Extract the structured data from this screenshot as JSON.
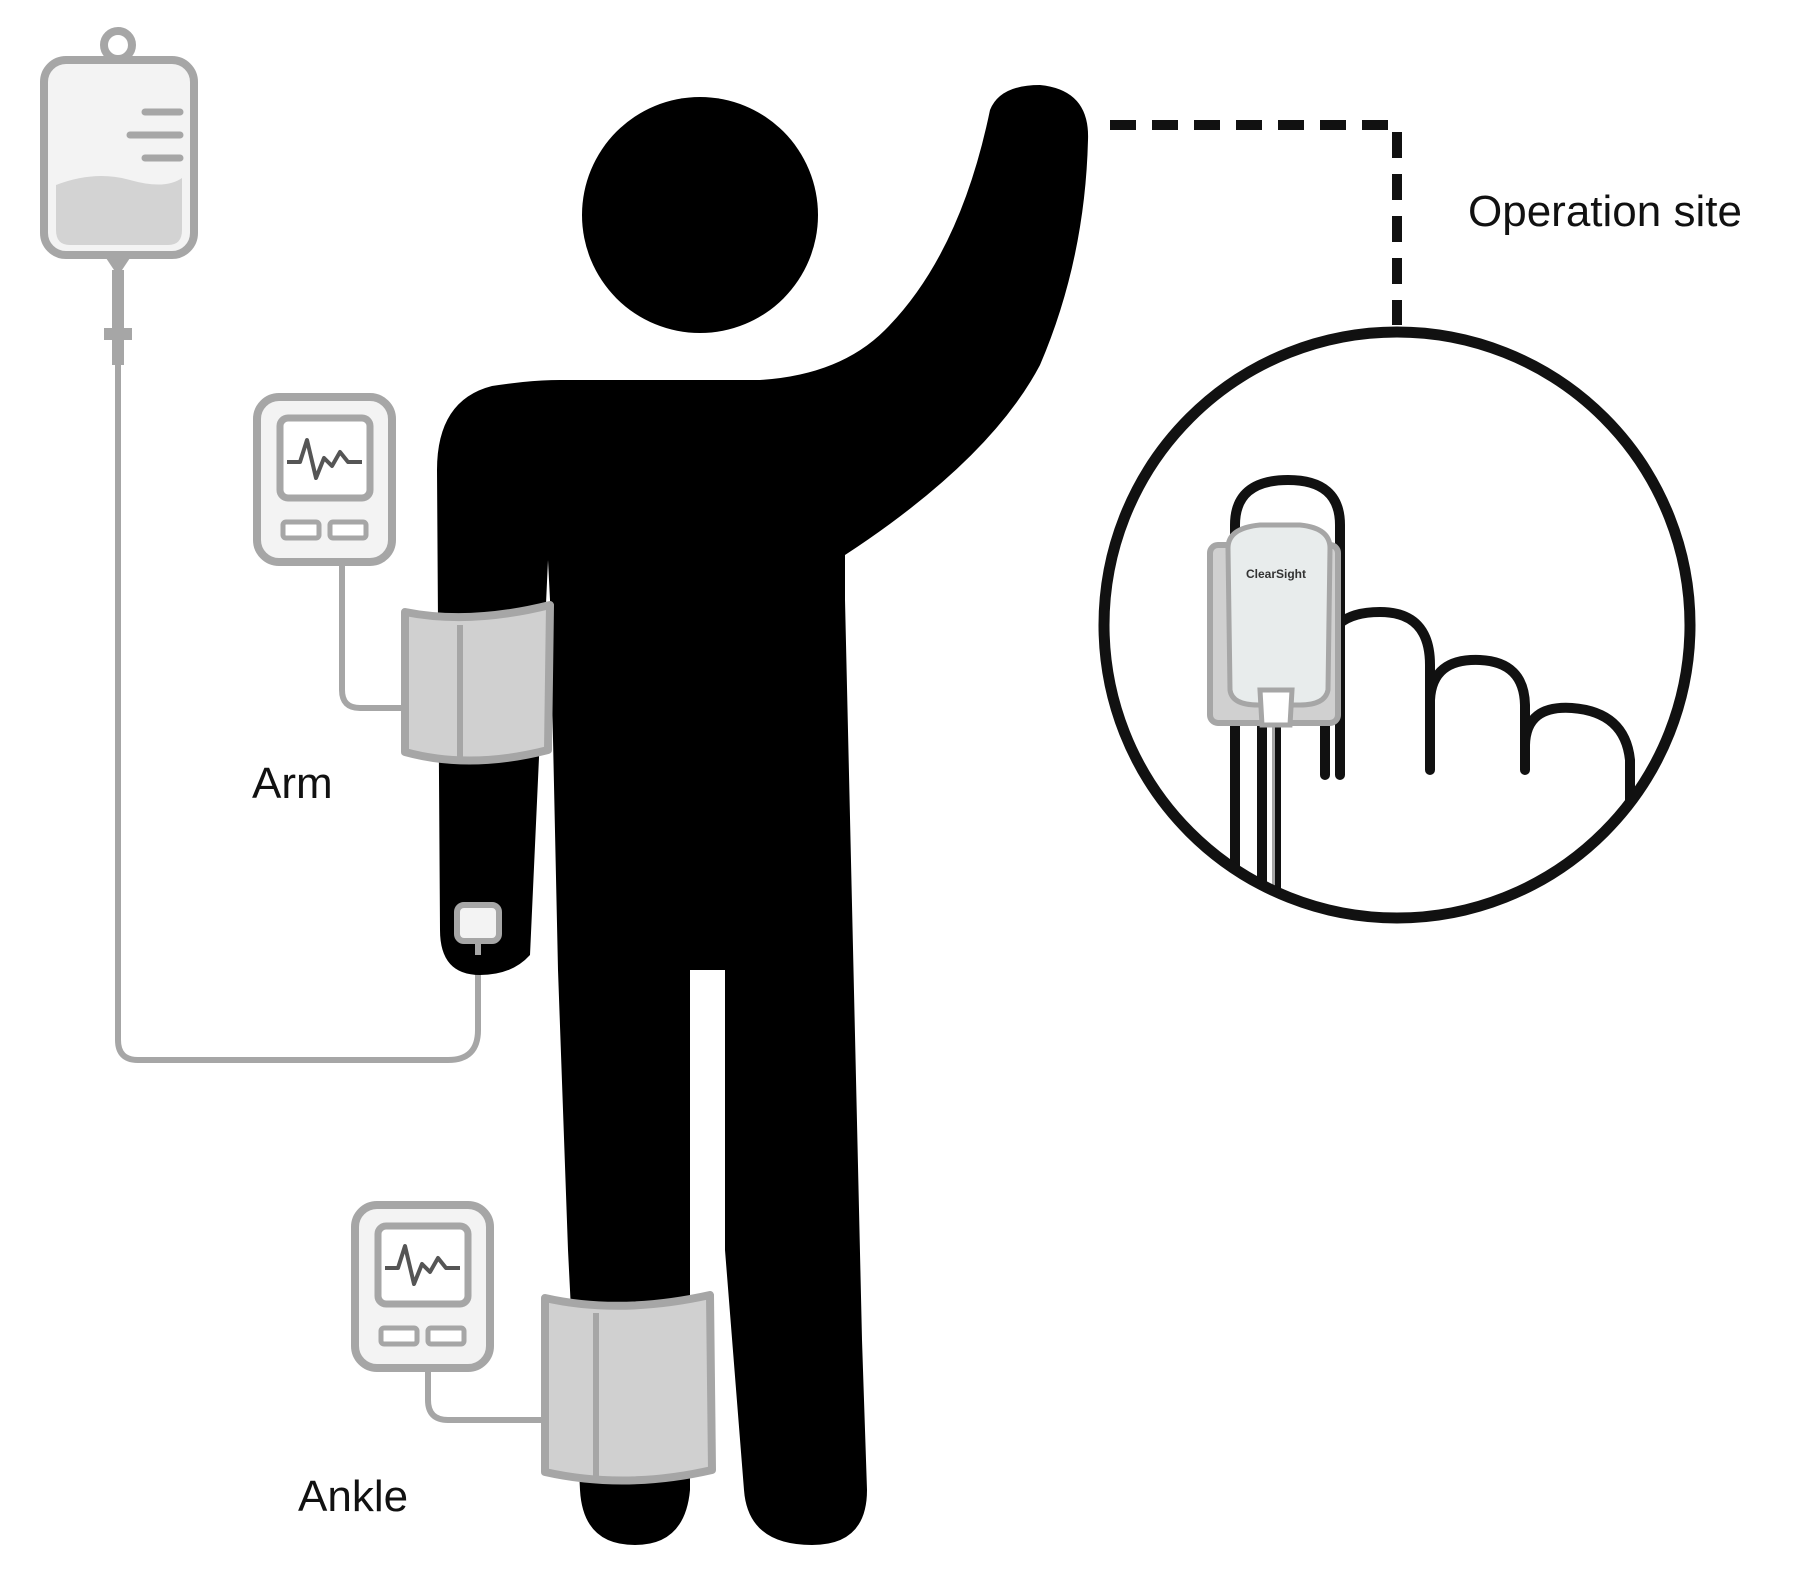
{
  "labels": {
    "operation_site": "Operation site",
    "arm": "Arm",
    "ankle": "Ankle",
    "device_brand": "ClearSight"
  },
  "colors": {
    "figure": "#000000",
    "equipment_stroke": "#a6a6a6",
    "equipment_fill": "#f3f3f3",
    "cuff_fill": "#d0d0d0",
    "sensor_fill": "#e8ecec",
    "label_text": "#111111"
  },
  "icons": {
    "iv_bag": "iv-bag-icon",
    "monitor": "bp-monitor-icon",
    "cuff": "bp-cuff-icon",
    "finger_sensor": "finger-cuff-sensor-icon"
  }
}
